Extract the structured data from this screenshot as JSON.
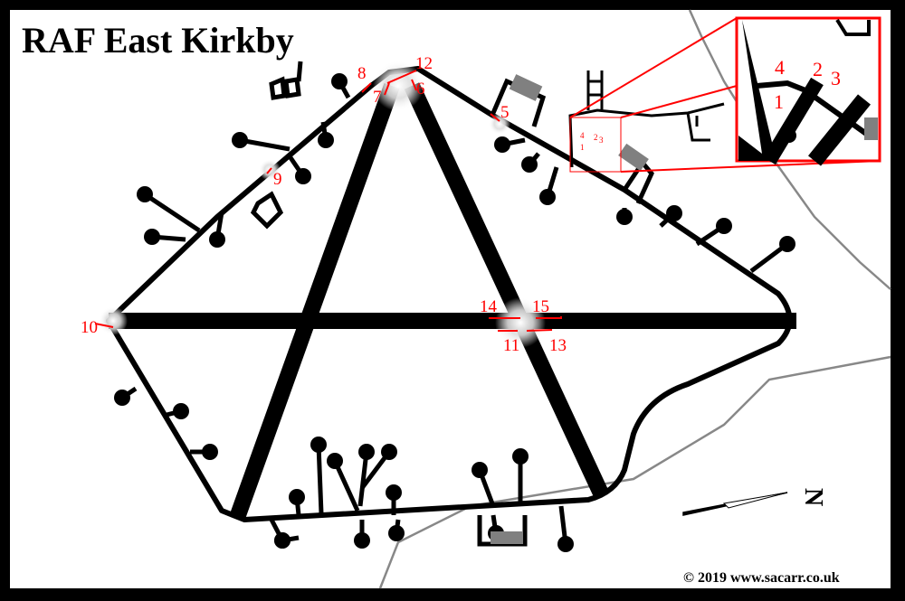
{
  "title": "RAF East Kirkby",
  "copyright": "© 2019 www.sacarr.co.uk",
  "compass_label": "N",
  "colors": {
    "frame": "#000000",
    "labels": "#ff0000",
    "roads": "#888888",
    "shelters": "#808080"
  },
  "markers": {
    "m1": "1",
    "m2": "2",
    "m3": "3",
    "m4": "4",
    "m5": "5",
    "m6": "6",
    "m7": "7",
    "m8": "8",
    "m9": "9",
    "m10": "10",
    "m11": "11",
    "m12": "12",
    "m13": "13",
    "m14": "14",
    "m15": "15"
  },
  "inset_markers": {
    "m1": "1",
    "m2": "2",
    "m3": "3",
    "m4": "4"
  }
}
